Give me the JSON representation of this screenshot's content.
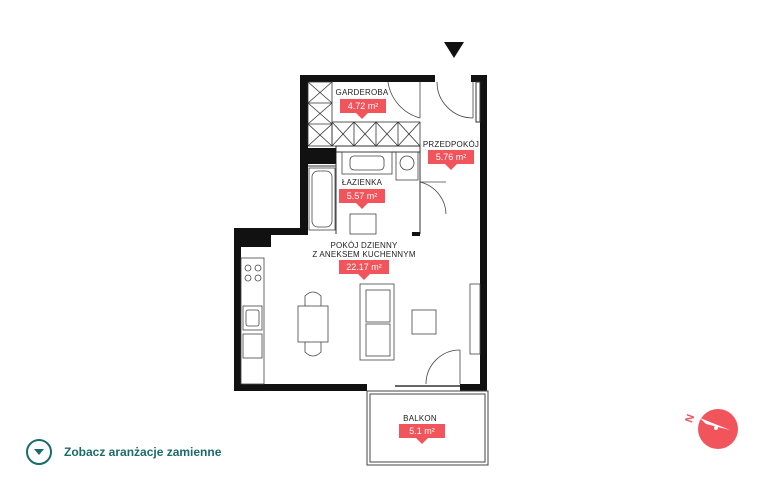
{
  "rooms": {
    "garderoba": {
      "name": "GARDEROBA",
      "area": "4.72 m²"
    },
    "przedpokoj": {
      "name": "PRZEDPOKÓJ",
      "area": "5.76 m²"
    },
    "lazienka": {
      "name": "ŁAZIENKA",
      "area": "5.57 m²"
    },
    "pokoj": {
      "name_line1": "POKÓJ DZIENNY",
      "name_line2": "Z ANEKSEM KUCHENNYM",
      "area": "22.17 m²"
    },
    "balkon": {
      "name": "BALKON",
      "area": "5.1 m²"
    }
  },
  "link": {
    "label": "Zobacz aranżacje zamienne"
  },
  "compass": {
    "letter": "N"
  },
  "colors": {
    "accent": "#f2545b",
    "teal": "#1b6b6b",
    "wall": "#111111"
  },
  "icons": {
    "entrance": "entrance-arrow-icon",
    "link": "chevron-down-icon",
    "compass": "compass-icon"
  }
}
